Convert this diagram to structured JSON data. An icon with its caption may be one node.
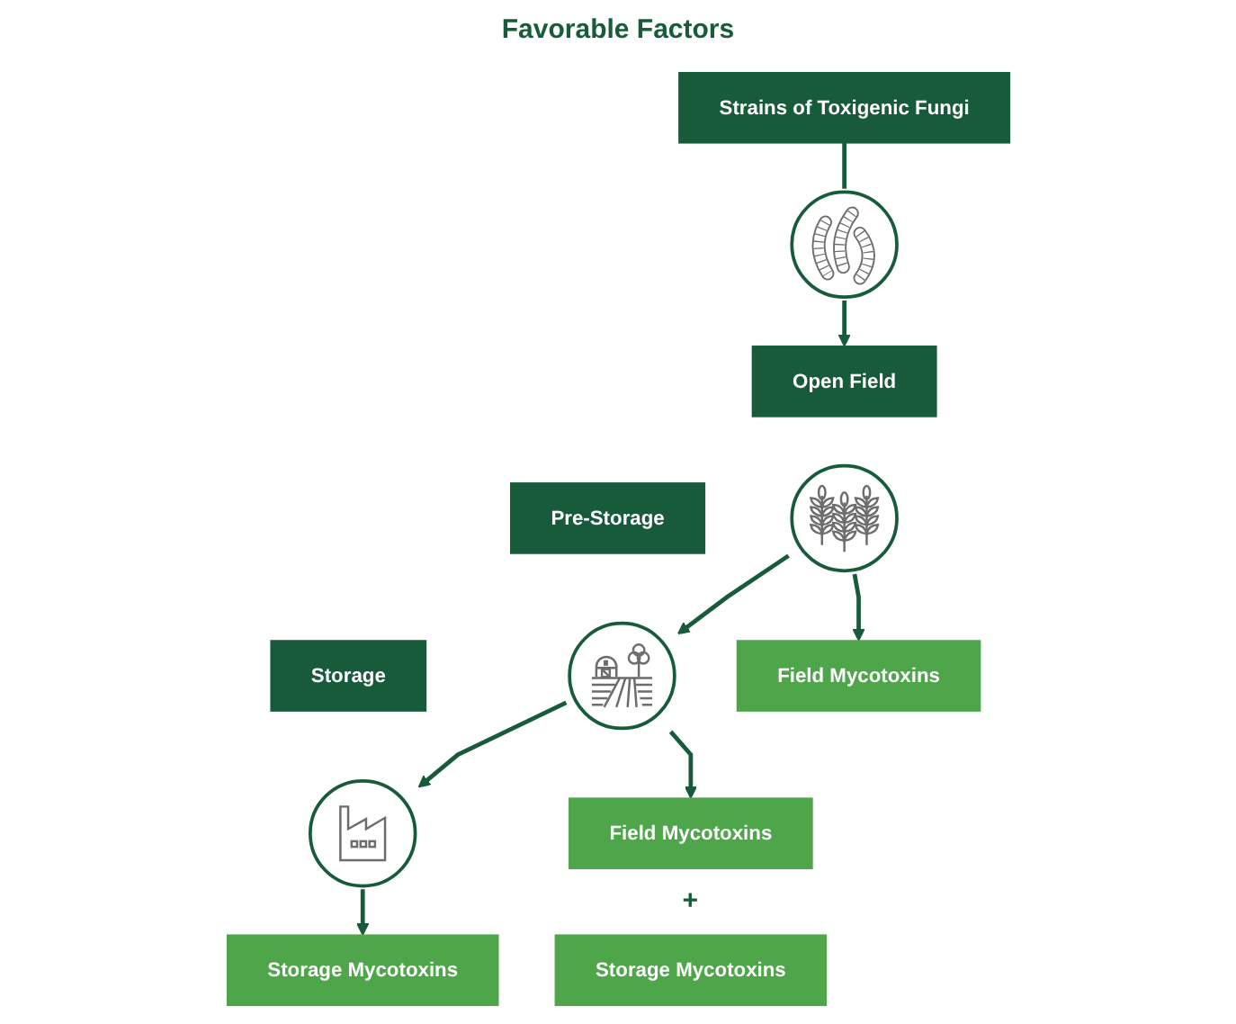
{
  "diagram": {
    "title": "Favorable Factors",
    "nodes": [
      {
        "text": [
          "Strains of Toxigenic Fungi"
        ]
      },
      {
        "text": [],
        "shape": "picture"
      },
      {
        "text": [
          "Open Field"
        ]
      },
      {
        "text": [
          "Pre-Storage"
        ]
      },
      {
        "text": [
          "Storage"
        ]
      },
      {
        "text": [],
        "shape": "picture"
      },
      {
        "text": [],
        "shape": "picture"
      },
      {
        "text": [],
        "shape": "picture"
      },
      {
        "text": [
          "Field Mycotoxins"
        ]
      },
      {
        "text": [
          "Field Mycotoxins"
        ]
      },
      {
        "text": [
          "Storage Mycotoxins"
        ]
      },
      {
        "text": [
          "Storage Mycotoxins"
        ]
      }
    ],
    "edges": [
      {
        "from": 0,
        "to": 1,
        "arrow": "none"
      },
      {
        "from": 1,
        "to": 2,
        "arrow": "to"
      },
      {
        "from": 5,
        "to": 8,
        "arrow": "to"
      },
      {
        "from": 5,
        "to": 6,
        "arrow": "to"
      },
      {
        "from": 6,
        "to": 9,
        "arrow": "to"
      },
      {
        "from": 6,
        "to": 7,
        "arrow": "to"
      },
      {
        "from": 7,
        "to": 11,
        "arrow": "to"
      }
    ],
    "labels": [
      "+"
    ]
  }
}
